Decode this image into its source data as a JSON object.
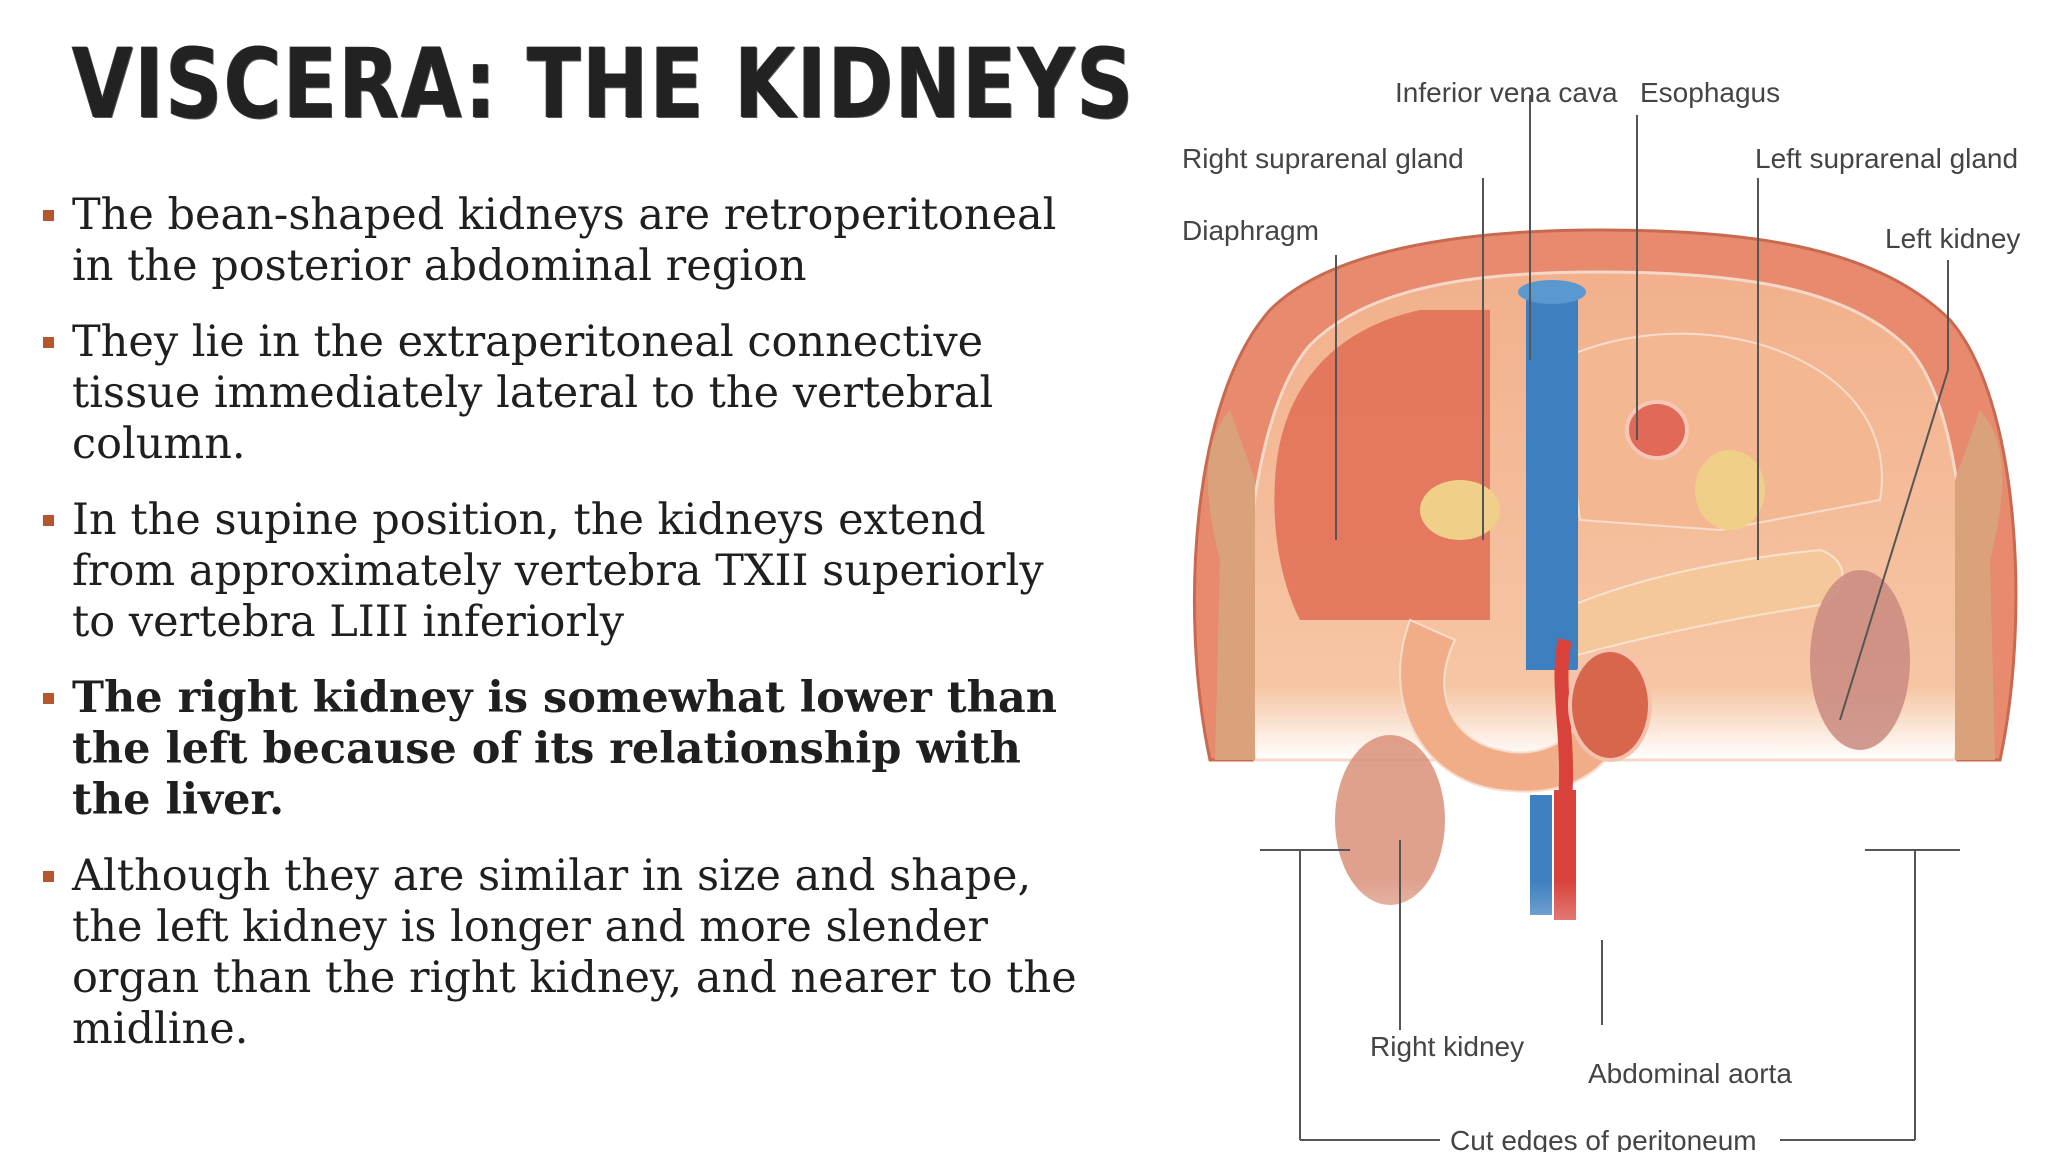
{
  "slide": {
    "title": "VISCERA: THE KIDNEYS"
  },
  "bullets": [
    {
      "text": "The bean-shaped kidneys are retroperitoneal in the posterior abdominal region",
      "bold": false
    },
    {
      "text": " They lie in the extraperitoneal connective tissue immediately lateral to the vertebral column.",
      "bold": false
    },
    {
      "text": "In the supine position, the kidneys extend from approximately vertebra TXII superiorly to vertebra LIII inferiorly",
      "bold": false
    },
    {
      "text": "The right kidney is somewhat lower than the left because of its relationship with the liver.",
      "bold": true
    },
    {
      "text": "Although they are similar in size and shape, the left kidney is longer and more slender organ than the right kidney, and nearer to the midline.",
      "bold": false
    }
  ],
  "figure": {
    "labels": {
      "inferior_vena_cava": "Inferior vena cava",
      "esophagus": "Esophagus",
      "right_suprarenal_gland": "Right suprarenal gland",
      "left_suprarenal_gland": "Left suprarenal gland",
      "diaphragm": "Diaphragm",
      "left_kidney": "Left kidney",
      "right_kidney": "Right kidney",
      "abdominal_aorta": "Abdominal aorta",
      "cut_edges": "Cut edges of peritoneum"
    }
  },
  "colors": {
    "bullet_marker": "#b5562f",
    "vena_cava": "#3d7fbf",
    "aorta": "#d8423a"
  }
}
